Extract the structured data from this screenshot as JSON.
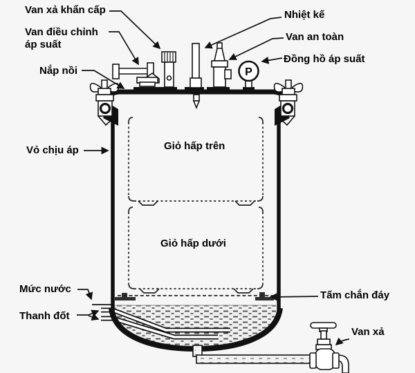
{
  "colors": {
    "background": "#f6f6f6",
    "line": "#111111",
    "text": "#000000",
    "water_dots": "#555555"
  },
  "gauge": {
    "letter": "P"
  },
  "labels": {
    "emergency_release_valve": "Van xả khẩn cấp",
    "pressure_regulator_line1": "Van điều chỉnh",
    "pressure_regulator_line2": "áp suất",
    "lid": "Nắp nồi",
    "thermometer": "Nhiệt kế",
    "safety_valve": "Van an toàn",
    "pressure_gauge": "Đồng hồ áp suất",
    "pressure_shell": "Vỏ chịu áp",
    "upper_basket": "Giỏ hấp trên",
    "lower_basket": "Giỏ hấp dưới",
    "water_level": "Mức nước",
    "heating_element": "Thanh đốt",
    "bottom_baffle": "Tấm chắn đáy",
    "drain_valve": "Van xả"
  }
}
